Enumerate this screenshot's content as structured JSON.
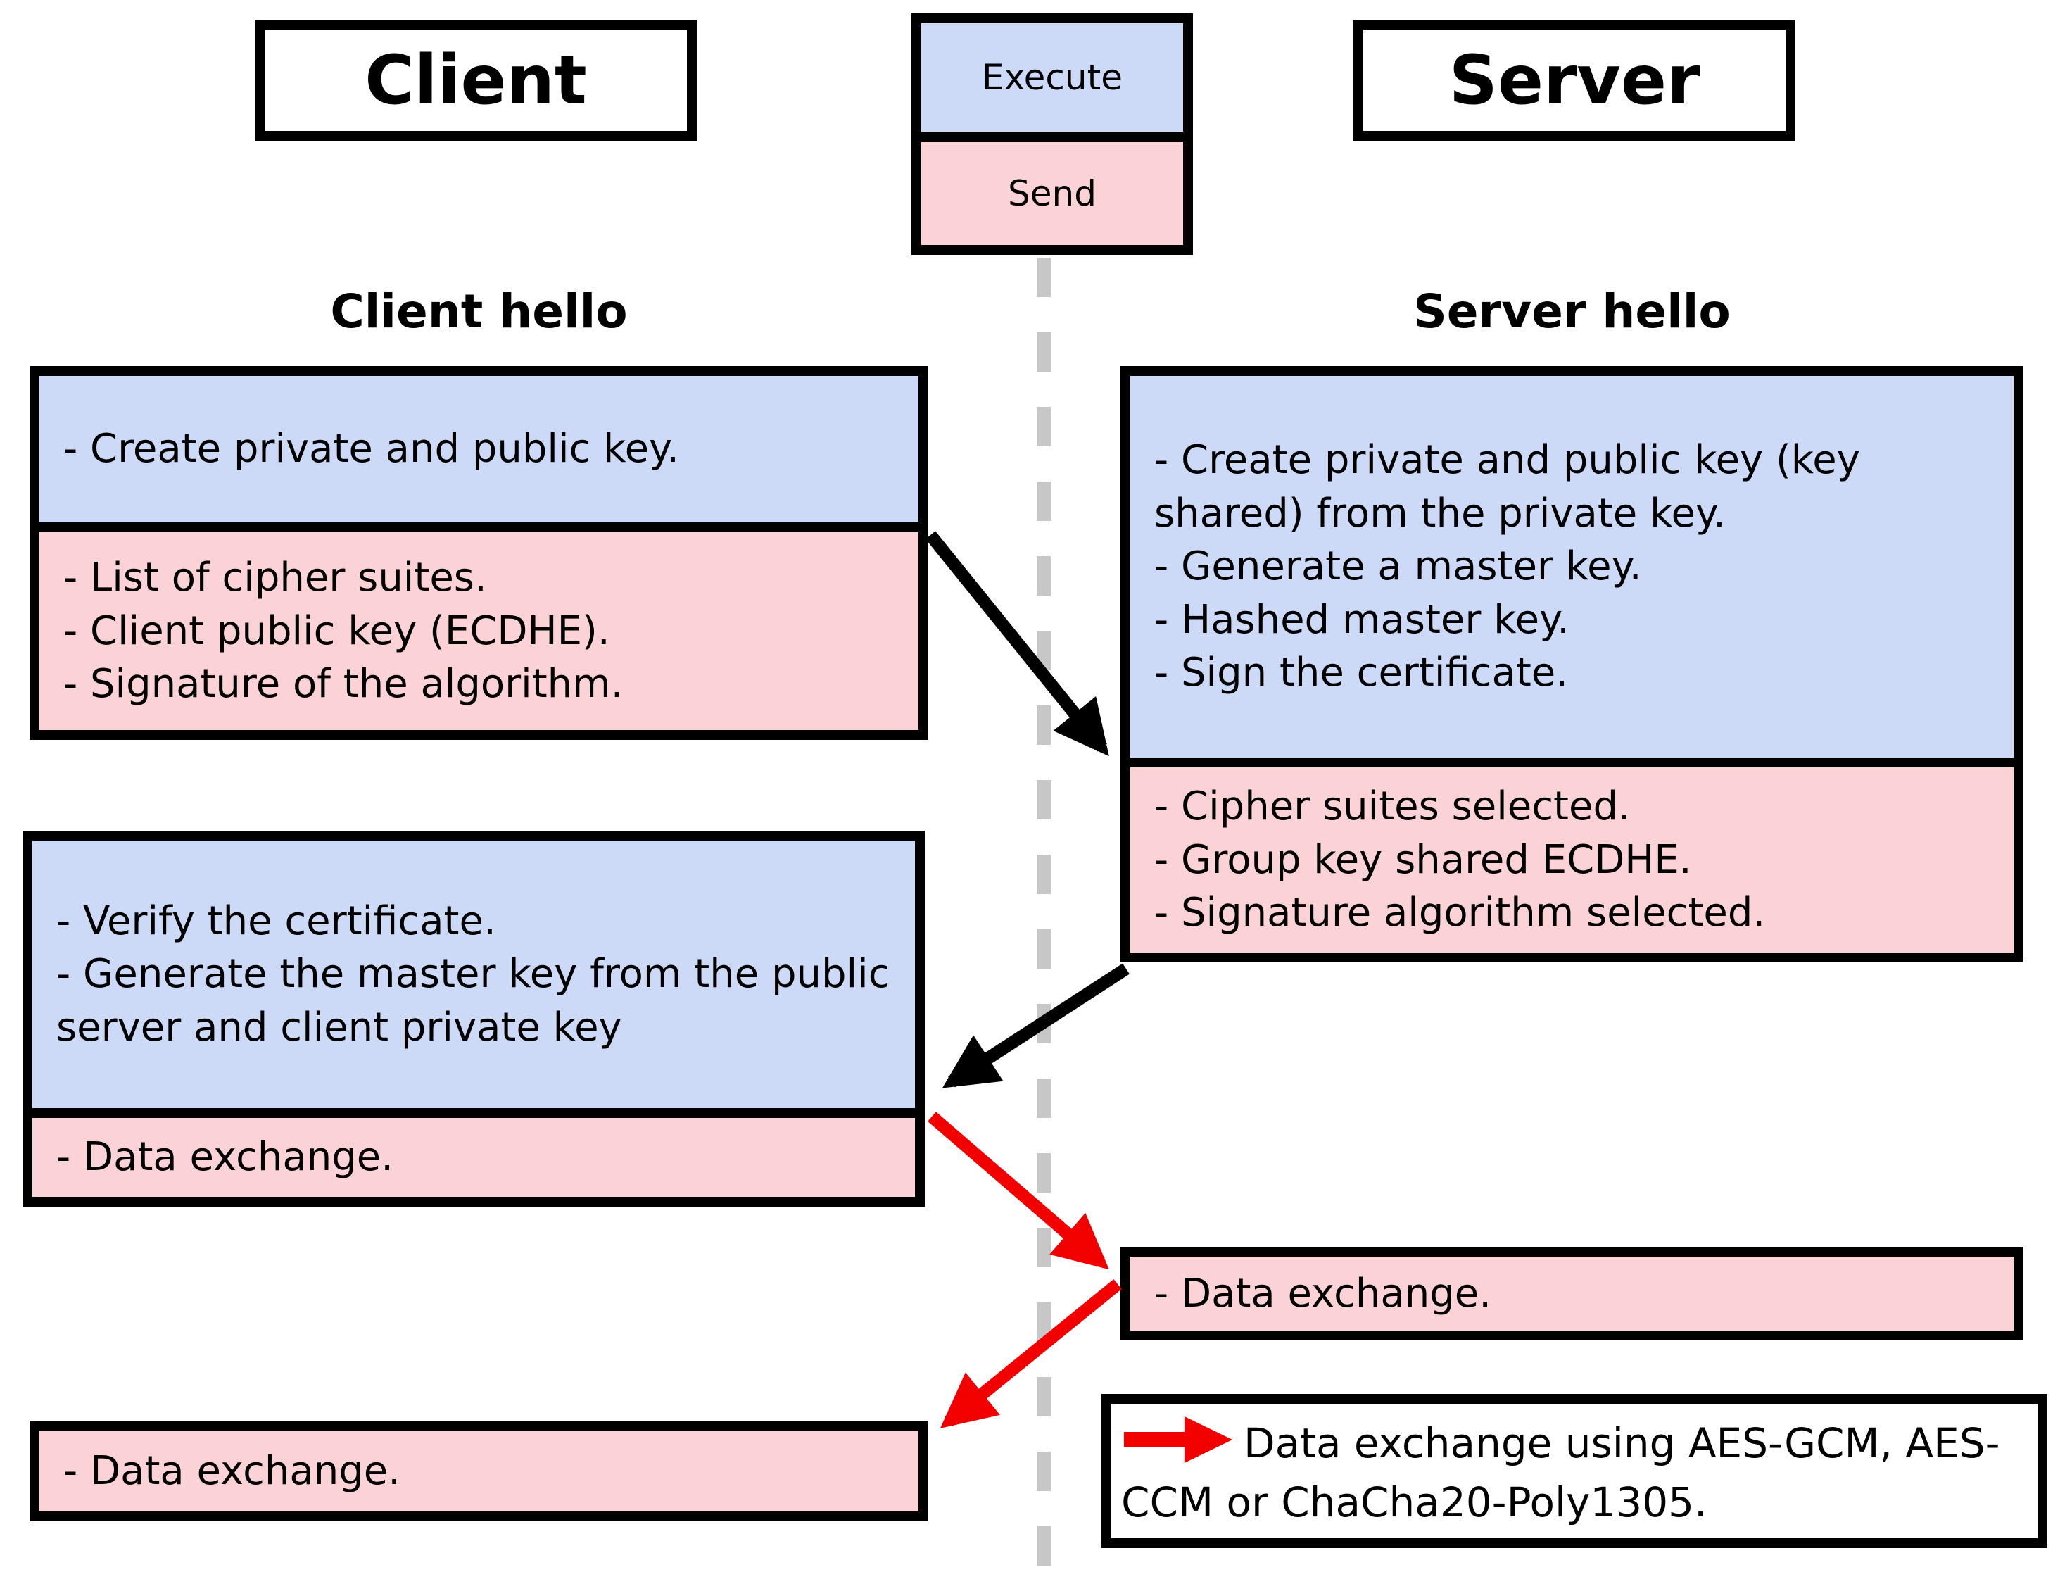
{
  "diagram": {
    "actors": {
      "client": "Client",
      "server": "Server"
    },
    "legend": {
      "execute": "Execute",
      "send": "Send"
    },
    "client_hello": {
      "title": "Client hello",
      "execute_items": [
        "- Create private and public key."
      ],
      "send_items": [
        "- List of cipher suites.",
        "- Client public key (ECDHE).",
        "- Signature of the algorithm."
      ]
    },
    "server_hello": {
      "title": "Server hello",
      "execute_items": [
        "- Create private and public key (key shared) from the private key.",
        "- Generate a master key.",
        "- Hashed master key.",
        "- Sign the certificate."
      ],
      "send_items": [
        "- Cipher suites selected.",
        "- Group key shared ECDHE.",
        "- Signature algorithm selected."
      ]
    },
    "client_finish": {
      "execute_items": [
        "- Verify the certificate.",
        "- Generate the master key from the public server and client private key"
      ],
      "send_items": [
        "- Data exchange."
      ]
    },
    "server_data_exchange": {
      "items": [
        "- Data exchange."
      ]
    },
    "client_data_exchange": {
      "items": [
        "- Data exchange."
      ]
    },
    "note": {
      "text": "Data exchange using AES-GCM, AES-CCM or ChaCha20-Poly1305."
    },
    "colors": {
      "execute_fill": "#ccd9f7",
      "send_fill": "#fbd2d5",
      "border_black": "#000000",
      "arrow_black": "#000000",
      "arrow_red": "#f20000",
      "lifeline_gray": "#c7c7c7",
      "background": "#ffffff"
    }
  }
}
